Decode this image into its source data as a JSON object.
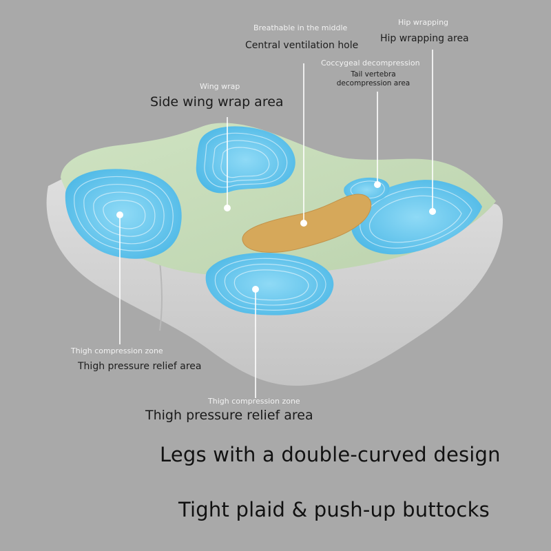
{
  "colors": {
    "background": "#a9a9a9",
    "cushion_base": "#d6d6d6",
    "cushion_top": "#c9dcbc",
    "pressure_zone": "#5ec4ec",
    "ventilation_hole": "#d4a85a",
    "callout_line": "#ffffff"
  },
  "labels": {
    "breathable_small": "Breathable in the middle",
    "breathable_main": "Central ventilation hole",
    "hip_small": "Hip wrapping",
    "hip_main": "Hip wrapping area",
    "coccygeal_small": "Coccygeal decompression",
    "coccygeal_line1": "Tail vertebra",
    "coccygeal_line2": "decompression area",
    "wing_small": "Wing wrap",
    "wing_main": "Side wing wrap area",
    "thigh_left_small": "Thigh compression zone",
    "thigh_left_main": "Thigh pressure relief area",
    "thigh_center_small": "Thigh compression zone",
    "thigh_center_main": "Thigh pressure relief area"
  },
  "headlines": {
    "line1": "Legs with a double-curved design",
    "line2": "Tight plaid & push-up buttocks"
  }
}
